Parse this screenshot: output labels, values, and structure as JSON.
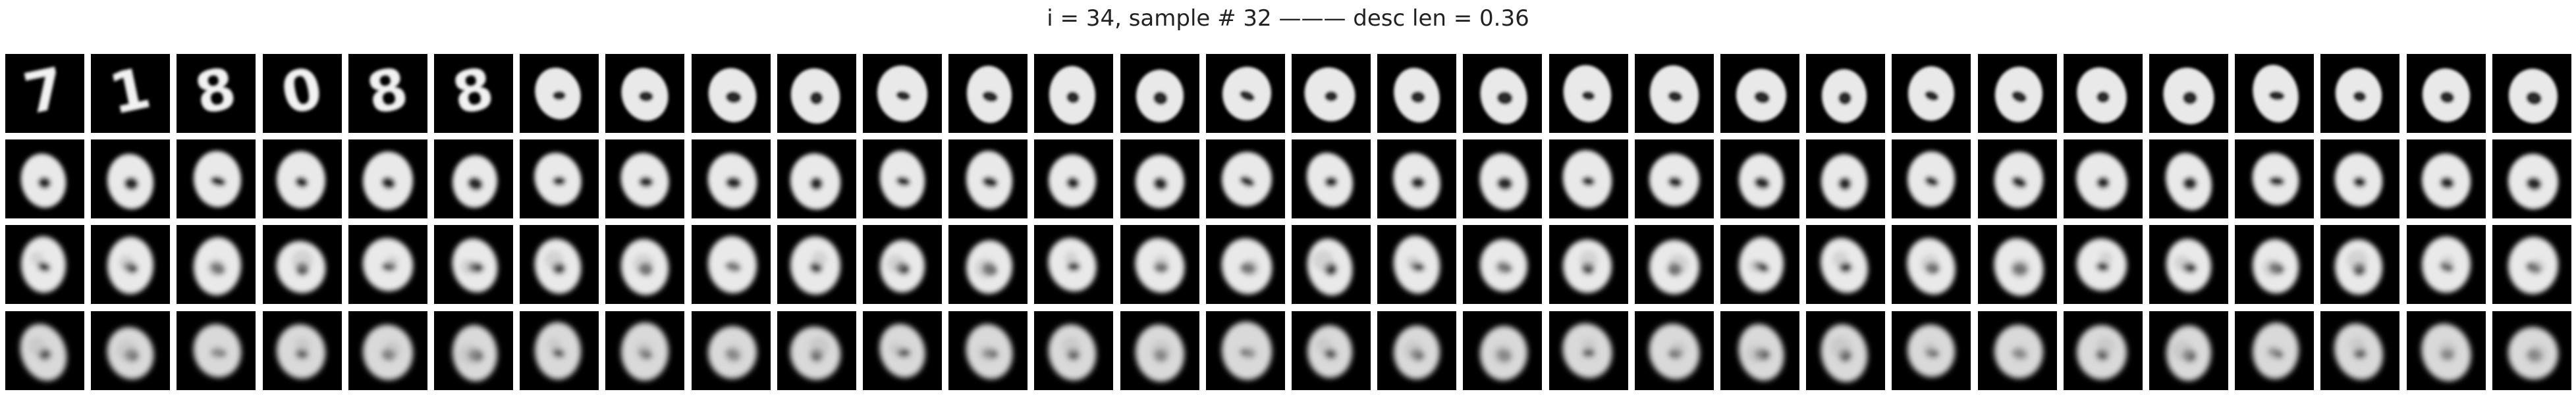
{
  "title": "i = 34, sample # 32 ——— desc len = 0.36",
  "grid": {
    "rows": 4,
    "cols": 30,
    "tiles": [
      {
        "kind": "digit",
        "char": "7"
      },
      {
        "kind": "digit",
        "char": "1"
      },
      {
        "kind": "digit",
        "char": "8"
      },
      {
        "kind": "digit",
        "char": "0"
      },
      {
        "kind": "digit",
        "char": "8"
      },
      {
        "kind": "digit",
        "char": "8"
      },
      {
        "kind": "blob",
        "variant": 0
      },
      {
        "kind": "blob",
        "variant": 1
      },
      {
        "kind": "blob",
        "variant": 2
      },
      {
        "kind": "blob",
        "variant": 3
      },
      {
        "kind": "blob",
        "variant": 4
      },
      {
        "kind": "blob",
        "variant": 5
      },
      {
        "kind": "blob",
        "variant": 6
      },
      {
        "kind": "blob",
        "variant": 7
      },
      {
        "kind": "blob",
        "variant": 8
      },
      {
        "kind": "blob",
        "variant": 9
      },
      {
        "kind": "blob",
        "variant": 10
      },
      {
        "kind": "blob",
        "variant": 11
      },
      {
        "kind": "blob",
        "variant": 12
      },
      {
        "kind": "blob",
        "variant": 13
      },
      {
        "kind": "blob",
        "variant": 14
      },
      {
        "kind": "blob",
        "variant": 15
      },
      {
        "kind": "blob",
        "variant": 16
      },
      {
        "kind": "blob",
        "variant": 17
      },
      {
        "kind": "blob",
        "variant": 18
      },
      {
        "kind": "blob",
        "variant": 19
      },
      {
        "kind": "blob",
        "variant": 20
      },
      {
        "kind": "blob",
        "variant": 21
      },
      {
        "kind": "blob",
        "variant": 22
      },
      {
        "kind": "blob",
        "variant": 23
      }
    ]
  }
}
